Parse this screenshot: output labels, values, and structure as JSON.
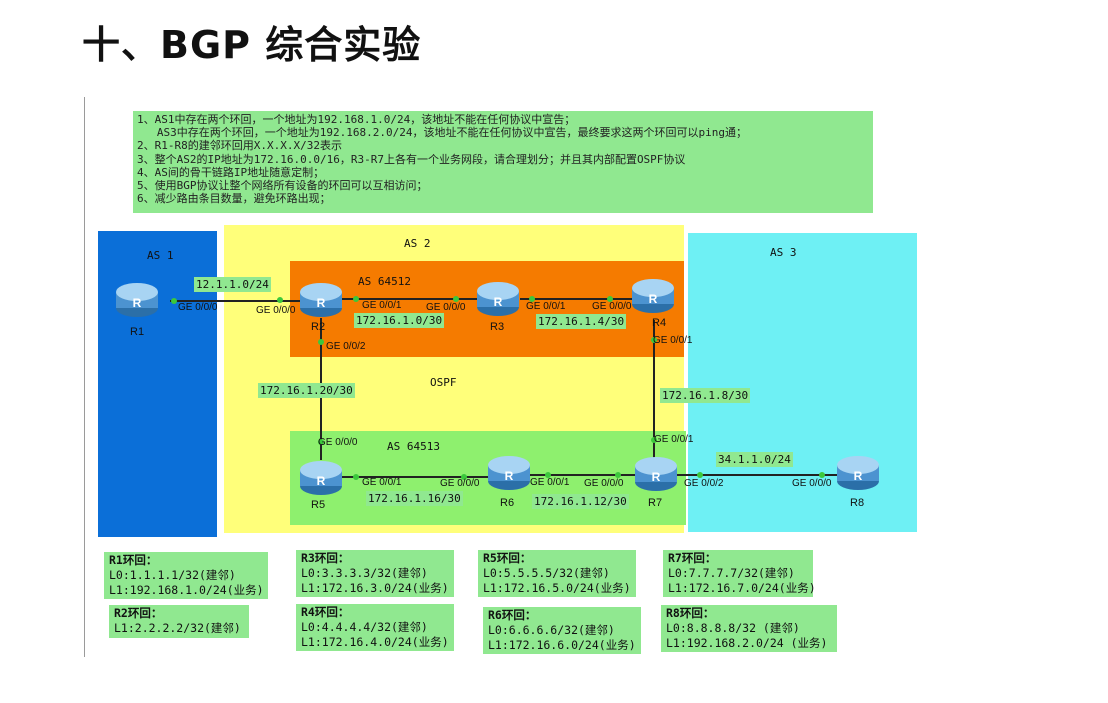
{
  "title": "十、BGP 综合实验",
  "requirements": [
    "1、AS1中存在两个环回，一个地址为192.168.1.0/24，该地址不能在任何协议中宣告；",
    "   AS3中存在两个环回，一个地址为192.168.2.0/24，该地址不能在任何协议中宣告，最终要求这两个环回可以ping通；",
    "2、R1-R8的建邻环回用X.X.X.X/32表示",
    "3、整个AS2的IP地址为172.16.0.0/16，R3-R7上各有一个业务网段，请合理划分；并且其内部配置OSPF协议",
    "4、AS间的骨干链路IP地址随意定制；",
    "5、使用BGP协议让整个网络所有设备的环回可以互相访问；",
    "6、减少路由条目数量，避免环路出现；"
  ],
  "regions": {
    "as1": "AS 1",
    "as2": "AS 2",
    "as3": "AS 3",
    "as64512": "AS 64512",
    "as64513": "AS 64513",
    "ospf": "OSPF"
  },
  "colors": {
    "as1": "#0b6fd8",
    "as2": "#ffff7a",
    "as3": "#6ef0f4",
    "as64512": "#f57b00",
    "as64513": "#8ef06e",
    "label_green": "#90e890"
  },
  "routers": {
    "r1": "R1",
    "r2": "R2",
    "r3": "R3",
    "r4": "R4",
    "r5": "R5",
    "r6": "R6",
    "r7": "R7",
    "r8": "R8"
  },
  "subnets": {
    "r1_r2": "12.1.1.0/24",
    "r2_r3": "172.16.1.0/30",
    "r3_r4": "172.16.1.4/30",
    "r4_r7": "172.16.1.8/30",
    "r5_r6": "172.16.1.16/30",
    "r6_r7": "172.16.1.12/30",
    "r2_r5": "172.16.1.20/30",
    "r7_r8": "34.1.1.0/24"
  },
  "ports": {
    "r1_g000": "GE 0/0/0",
    "r2_g000": "GE 0/0/0",
    "r2_g001": "GE 0/0/1",
    "r2_g002": "GE 0/0/2",
    "r3_g000": "GE 0/0/0",
    "r3_g001": "GE 0/0/1",
    "r4_g000": "GE 0/0/0",
    "r4_g001": "GE 0/0/1",
    "r5_g000": "GE 0/0/0",
    "r5_g001": "GE 0/0/1",
    "r6_g000": "GE 0/0/0",
    "r6_g001": "GE 0/0/1",
    "r7_g000": "GE 0/0/0",
    "r7_g001": "GE 0/0/1",
    "r7_g002": "GE 0/0/2",
    "r8_g000": "GE 0/0/0"
  },
  "loopbacks": {
    "r1": {
      "title": "R1环回：",
      "l0": "L0:1.1.1.1/32(建邻)",
      "l1": "L1:192.168.1.0/24(业务)"
    },
    "r2": {
      "title": "R2环回：",
      "l1": "L1:2.2.2.2/32(建邻)"
    },
    "r3": {
      "title": "R3环回：",
      "l0": "L0:3.3.3.3/32(建邻)",
      "l1": "L1:172.16.3.0/24(业务)"
    },
    "r4": {
      "title": "R4环回：",
      "l0": "L0:4.4.4.4/32(建邻)",
      "l1": "L1:172.16.4.0/24(业务)"
    },
    "r5": {
      "title": "R5环回：",
      "l0": "L0:5.5.5.5/32(建邻)",
      "l1": "L1:172.16.5.0/24(业务)"
    },
    "r6": {
      "title": "R6环回：",
      "l0": "L0:6.6.6.6/32(建邻)",
      "l1": "L1:172.16.6.0/24(业务)"
    },
    "r7": {
      "title": "R7环回：",
      "l0": "L0:7.7.7.7/32(建邻)",
      "l1": "L1:172.16.7.0/24(业务)"
    },
    "r8": {
      "title": "R8环回：",
      "l0": "L0:8.8.8.8/32 (建邻)",
      "l1": "L1:192.168.2.0/24 (业务)"
    }
  }
}
